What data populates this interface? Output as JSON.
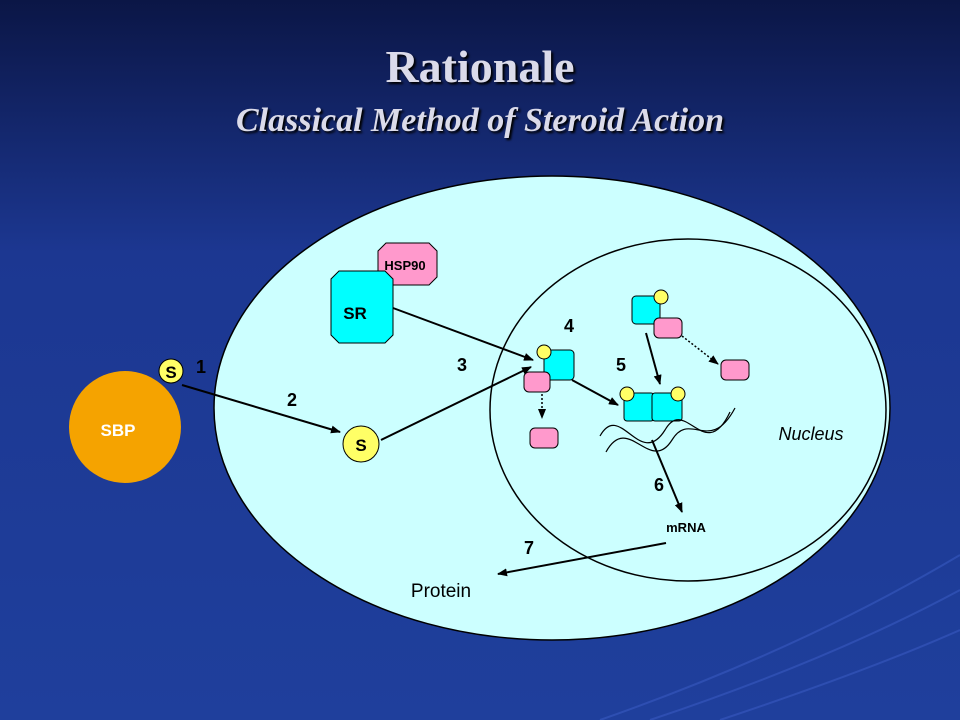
{
  "title": "Rationale",
  "subtitle": "Classical Method of Steroid Action",
  "labels": {
    "sbp": "SBP",
    "steroid_bound": "S",
    "steroid_free": "S",
    "receptor": "SR",
    "hsp90": "HSP90",
    "nucleus": "Nucleus",
    "mrna": "mRNA",
    "protein": "Protein"
  },
  "steps": [
    "1",
    "2",
    "3",
    "4",
    "5",
    "6",
    "7"
  ],
  "colors": {
    "cell": "#ccffff",
    "nucleus": "#ccffff",
    "sbp": "#f5a300",
    "steroid": "#ffff66",
    "receptor": "#00ffff",
    "hsp90": "#ff99cc"
  }
}
